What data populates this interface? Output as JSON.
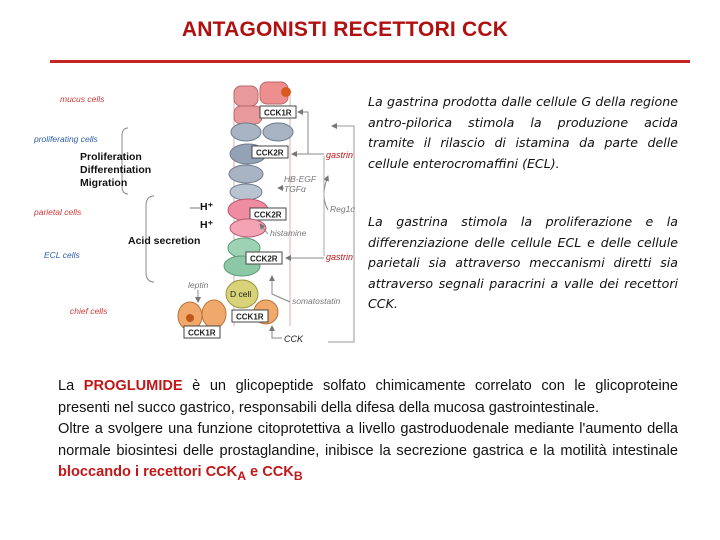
{
  "title": "ANTAGONISTI RECETTORI CCK",
  "figure": {
    "labels": {
      "mucus_cells": "mucus cells",
      "proliferating_cells": "proliferating cells",
      "parietal_cells": "parietal cells",
      "ecl_cells": "ECL cells",
      "chief_cells": "chief cells",
      "proliferation": "Proliferation",
      "differentiation": "Differentiation",
      "migration": "Migration",
      "h_plus_1": "H⁺",
      "h_plus_2": "H⁺",
      "acid_secretion": "Acid secretion",
      "cck1r_top": "CCK1R",
      "cck2r_1": "CCK2R",
      "cck2r_2": "CCK2R",
      "cck2r_3": "CCK2R",
      "cck1r_bottom_left": "CCK1R",
      "cck1r_bottom_right": "CCK1R",
      "gastrin_1": "gastrin",
      "gastrin_2": "gastrin",
      "hb_egf": "HB-EGF",
      "tgf_alpha": "TGFα",
      "reg1a": "Reg1α",
      "histamine": "histamine",
      "leptin": "leptin",
      "d_cell": "D cell",
      "somatostatin": "somatostatin",
      "cck": "CCK"
    }
  },
  "paragraph1": "La gastrina prodotta dalle cellule G della regione antro-pilorica stimola la produzione acida tramite il rilascio di istamina da parte delle cellule enterocromaffini (ECL).",
  "paragraph2": "La gastrina stimola la proliferazione e la differenziazione delle cellule ECL e delle cellule parietali sia attraverso meccanismi diretti sia attraverso segnali paracrini a valle dei recettori CCK.",
  "body": {
    "p1_prefix": "La ",
    "p1_highlight": "PROGLUMIDE",
    "p1_text": " è un glicopeptide solfato chimicamente correlato con le glicoproteine presenti nel succo gastrico, responsabili della difesa della mucosa gastrointestinale.",
    "p2_text": "Oltre a svolgere una funzione citoprotettiva a livello gastroduodenale mediante l'aumento della normale biosintesi delle prostaglandine, inibisce la secrezione gastrica e la motilità intestinale ",
    "p2_highlight": "bloccando i recettori CCK",
    "sub_a": "A",
    "p2_and": " e CCK",
    "sub_b": "B"
  }
}
